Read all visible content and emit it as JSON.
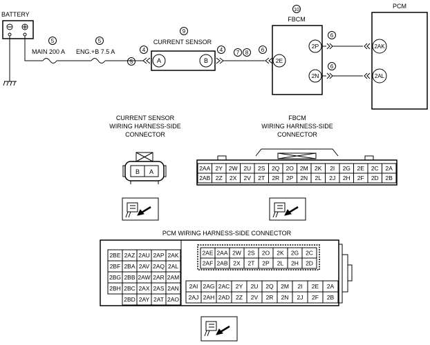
{
  "wiring": {
    "battery_label": "BATTERY",
    "battery_minus": "⊖",
    "battery_plus": "⊕",
    "fuse_main": "MAIN 200 A",
    "fuse_eng": "ENG.+B 7.5 A",
    "current_sensor_title": "CURRENT SENSOR",
    "fbcm_title": "FBCM",
    "pcm_title": "PCM",
    "pins": {
      "cs_a": "A",
      "cs_b": "B",
      "fbcm_2e": "2E",
      "fbcm_2p": "2P",
      "fbcm_2n": "2N",
      "pcm_2ak": "2AK",
      "pcm_2al": "2AL"
    },
    "callouts": {
      "c4": "4",
      "c5": "5",
      "c6": "6",
      "c7": "7",
      "c8": "8",
      "c9": "9",
      "c10": "10"
    }
  },
  "connectors": {
    "cs_title": [
      "CURRENT SENSOR",
      "WIRING HARNESS-SIDE",
      "CONNECTOR"
    ],
    "cs_pins": [
      "B",
      "A"
    ],
    "fbcm_title": [
      "FBCM",
      "WIRING HARNESS-SIDE",
      "CONNECTOR"
    ],
    "fbcm_rows": [
      [
        "2AA",
        "2Y",
        "2W",
        "2U",
        "2S",
        "2Q",
        "2O",
        "2M",
        "2K",
        "2I",
        "2G",
        "2E",
        "2C",
        "2A"
      ],
      [
        "2AB",
        "2Z",
        "2X",
        "2V",
        "2T",
        "2R",
        "2P",
        "2N",
        "2L",
        "2J",
        "2H",
        "2F",
        "2D",
        "2B"
      ]
    ],
    "pcm_title": "PCM WIRING HARNESS-SIDE CONNECTOR",
    "pcm_left_rows": [
      [
        "2BE",
        "2AZ",
        "2AU",
        "2AP",
        "2AK"
      ],
      [
        "2BF",
        "2BA",
        "2AV",
        "2AQ",
        "2AL"
      ],
      [
        "2BG",
        "2BB",
        "2AW",
        "2AR",
        "2AM"
      ],
      [
        "2BH",
        "2BC",
        "2AX",
        "2AS",
        "2AN"
      ],
      [
        "",
        "2BD",
        "2AY",
        "2AT",
        "2AO"
      ]
    ],
    "pcm_top_rows": [
      [
        "2AE",
        "2AA",
        "2W",
        "2S",
        "2O",
        "2K",
        "2G",
        "2C"
      ],
      [
        "2AF",
        "2AB",
        "2X",
        "2T",
        "2P",
        "2L",
        "2H",
        "2D"
      ]
    ],
    "pcm_bottom_rows": [
      [
        "2AI",
        "2AG",
        "2AC",
        "2Y",
        "2U",
        "2Q",
        "2M",
        "2I",
        "2E",
        "2A"
      ],
      [
        "2AJ",
        "2AH",
        "2AD",
        "2Z",
        "2V",
        "2R",
        "2N",
        "2J",
        "2F",
        "2B"
      ]
    ]
  }
}
